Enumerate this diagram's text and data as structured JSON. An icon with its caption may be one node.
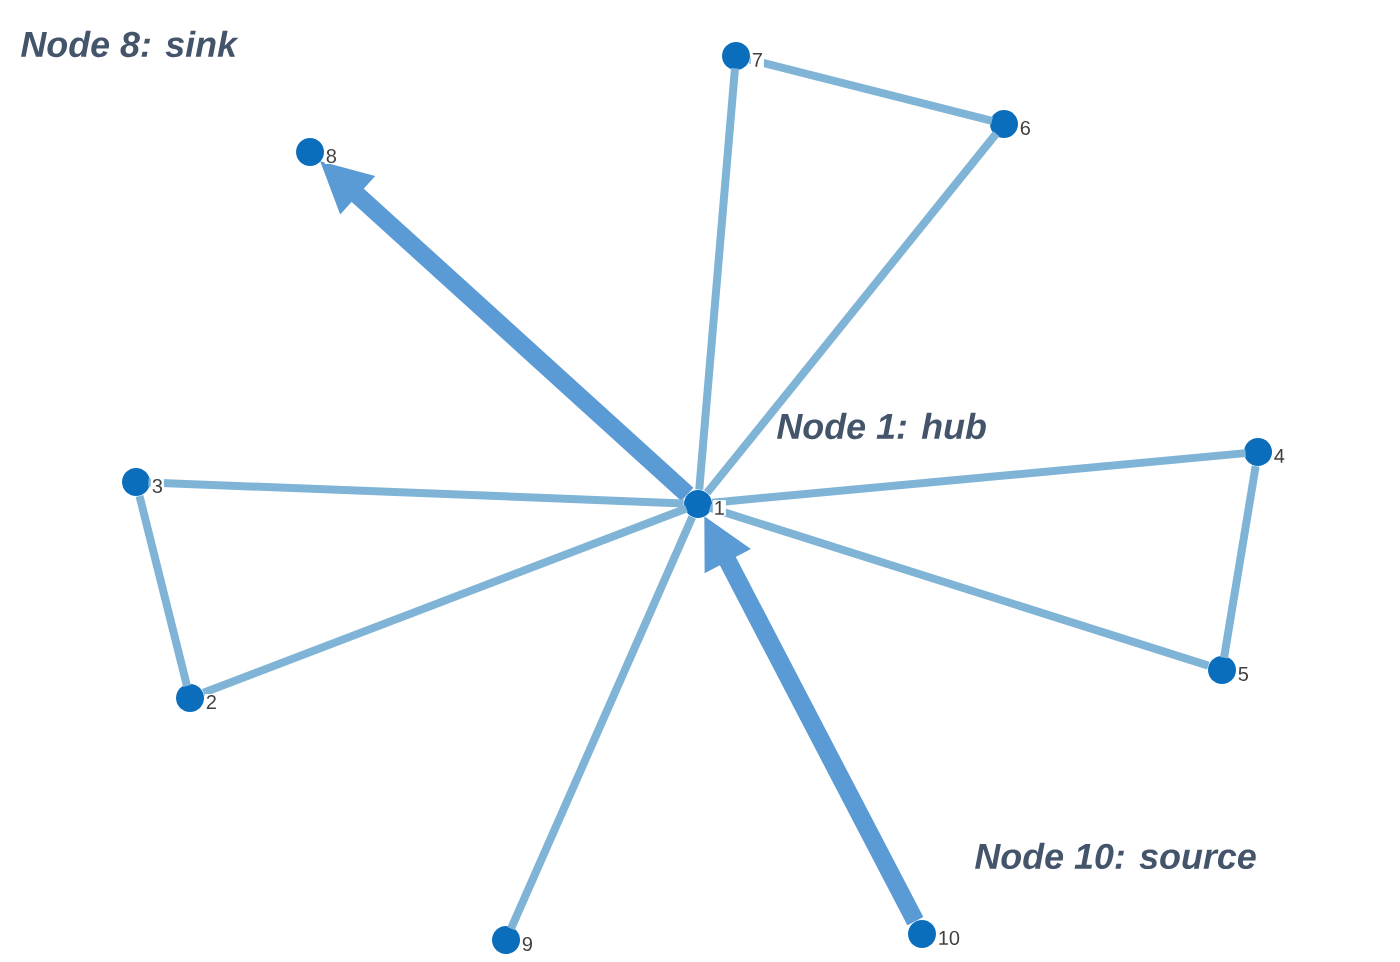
{
  "diagram": {
    "nodes": [
      {
        "text": [],
        "shape": "circle",
        "beside": [
          "1"
        ]
      },
      {
        "text": [],
        "shape": "circle",
        "beside": [
          "2"
        ]
      },
      {
        "text": [],
        "shape": "circle",
        "beside": [
          "3"
        ]
      },
      {
        "text": [],
        "shape": "circle",
        "beside": [
          "4"
        ]
      },
      {
        "text": [],
        "shape": "circle",
        "beside": [
          "5"
        ]
      },
      {
        "text": [],
        "shape": "circle",
        "beside": [
          "6"
        ]
      },
      {
        "text": [],
        "shape": "circle",
        "beside": [
          "7"
        ]
      },
      {
        "text": [],
        "shape": "circle",
        "beside": [
          "8"
        ]
      },
      {
        "text": [],
        "shape": "circle",
        "beside": [
          "9"
        ]
      },
      {
        "text": [],
        "shape": "circle",
        "beside": [
          "10"
        ]
      }
    ],
    "edges": [
      {
        "from": 0,
        "to": 6,
        "arrow": "none"
      },
      {
        "from": 0,
        "to": 5,
        "arrow": "none"
      },
      {
        "from": 6,
        "to": 5,
        "arrow": "none"
      },
      {
        "from": 0,
        "to": 7,
        "arrow": "to",
        "style": "thick",
        "color": "#5b9bd5"
      },
      {
        "from": 0,
        "to": 2,
        "arrow": "none"
      },
      {
        "from": 2,
        "to": 1,
        "arrow": "none"
      },
      {
        "from": 1,
        "to": 0,
        "arrow": "none"
      },
      {
        "from": 0,
        "to": 3,
        "arrow": "none"
      },
      {
        "from": 3,
        "to": 4,
        "arrow": "none"
      },
      {
        "from": 4,
        "to": 0,
        "arrow": "none"
      },
      {
        "from": 0,
        "to": 8,
        "arrow": "none"
      },
      {
        "from": 9,
        "to": 0,
        "arrow": "to",
        "style": "thick",
        "color": "#5b9bd5"
      }
    ],
    "labels": [
      "Node 8: sink",
      "Node 1: hub",
      "Node 10: source"
    ]
  }
}
